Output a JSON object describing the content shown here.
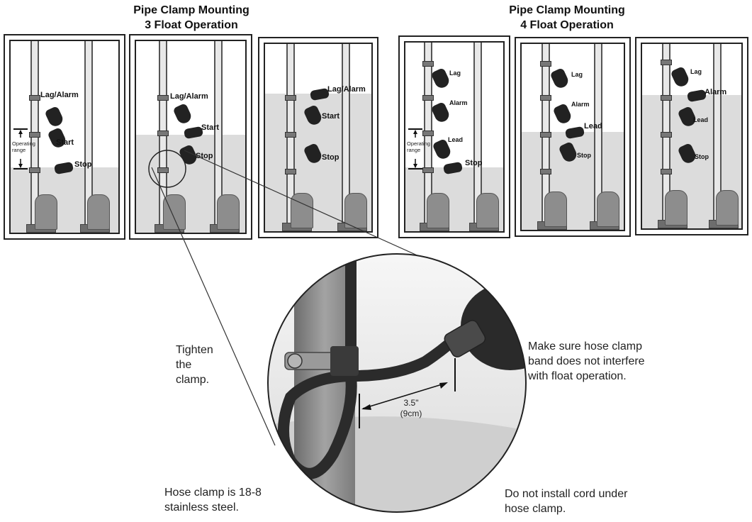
{
  "titles": {
    "three_float": {
      "line1": "Pipe Clamp Mounting",
      "line2": "3 Float Operation"
    },
    "four_float": {
      "line1": "Pipe Clamp Mounting",
      "line2": "4 Float Operation"
    }
  },
  "three_float_panels": [
    {
      "labels": [
        "Lag/Alarm",
        "Start",
        "Stop"
      ],
      "operating_range": [
        "Operating",
        "range"
      ]
    },
    {
      "labels": [
        "Lag/Alarm",
        "Start",
        "Stop"
      ]
    },
    {
      "labels": [
        "Lag/Alarm",
        "Start",
        "Stop"
      ]
    }
  ],
  "four_float_panels": [
    {
      "labels": [
        "Lag",
        "Alarm",
        "Lead",
        "Stop"
      ],
      "operating_range": [
        "Operating",
        "range"
      ]
    },
    {
      "labels": [
        "Lag",
        "Alarm",
        "Lead",
        "Stop"
      ]
    },
    {
      "labels": [
        "Lag",
        "Alarm",
        "Lead",
        "Stop"
      ]
    }
  ],
  "detail": {
    "tighten": [
      "Tighten",
      "the",
      "clamp."
    ],
    "make_sure": [
      "Make sure hose clamp",
      "band does not interfere",
      "with float operation."
    ],
    "dimension": [
      "3.5\"",
      "(9cm)"
    ],
    "hose_clamp": [
      "Hose clamp is 18-8",
      "stainless steel."
    ],
    "do_not": [
      "Do not install cord under",
      "hose clamp."
    ]
  },
  "colors": {
    "water": "#dcdcdc",
    "float": "#222222",
    "pipe": "#8a8a8a"
  }
}
